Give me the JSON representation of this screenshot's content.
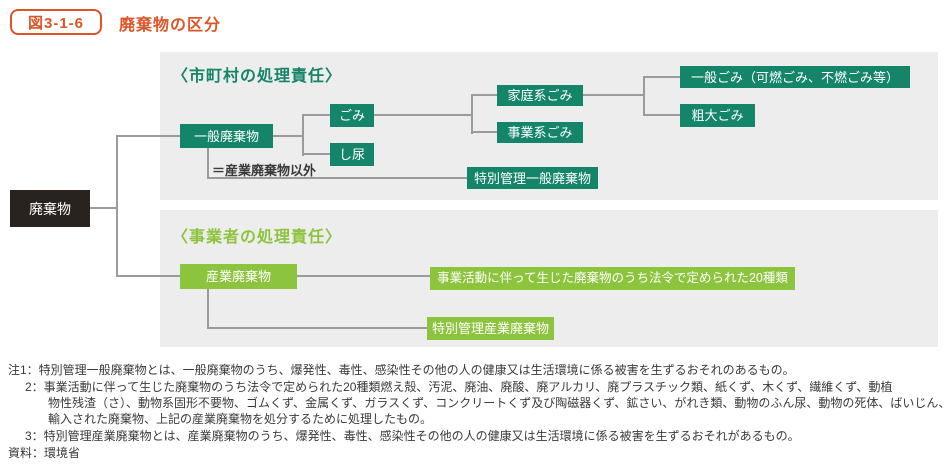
{
  "figure": {
    "badge": "図3-1-6",
    "title": "廃棄物の区分"
  },
  "tree": {
    "root": "廃棄物",
    "municipal": {
      "header": "〈市町村の処理責任〉",
      "general_waste": "一般廃棄物",
      "general_waste_alias": "＝産業廃棄物以外",
      "garbage": "ごみ",
      "night_soil": "し尿",
      "household_garbage": "家庭系ごみ",
      "business_garbage": "事業系ごみ",
      "general_garbage": "一般ごみ（可燃ごみ、不燃ごみ等）",
      "bulky_garbage": "粗大ごみ",
      "special_general_waste": "特別管理一般廃棄物"
    },
    "business": {
      "header": "〈事業者の処理責任〉",
      "industrial_waste": "産業廃棄物",
      "industrial_waste_definition": "事業活動に伴って生じた廃棄物のうち法令で定められた20種類",
      "special_industrial_waste": "特別管理産業廃棄物"
    }
  },
  "notes": {
    "note1": "注1：特別管理一般廃棄物とは、一般廃棄物のうち、爆発性、毒性、感染性その他の人の健康又は生活環境に係る被害を生ずるおそれのあるもの。",
    "note2_line1": "2：事業活動に伴って生じた廃棄物のうち法令で定められた20種類燃え殻、汚泥、廃油、廃酸、廃アルカリ、廃プラスチック類、紙くず、木くず、繊維くず、動植",
    "note2_line2": "物性残渣（さ）、動物系固形不要物、ゴムくず、金属くず、ガラスくず、コンクリートくず及び陶磁器くず、鉱さい、がれき類、動物のふん尿、動物の死体、ばいじん、",
    "note2_line3": "輸入された廃棄物、上記の産業廃棄物を処分するために処理したもの。",
    "note3": "3：特別管理産業廃棄物とは、産業廃棄物のうち、爆発性、毒性、感染性その他の人の健康又は生活環境に係る被害を生ずるおそれがあるもの。",
    "source": "資料：環境省"
  },
  "colors": {
    "accent_orange": "#dd5526",
    "dark_green": "#148569",
    "light_green": "#8dc43d",
    "root_black": "#29231f",
    "panel_gray": "#ededed",
    "connector_gray": "#9b9b9b"
  }
}
